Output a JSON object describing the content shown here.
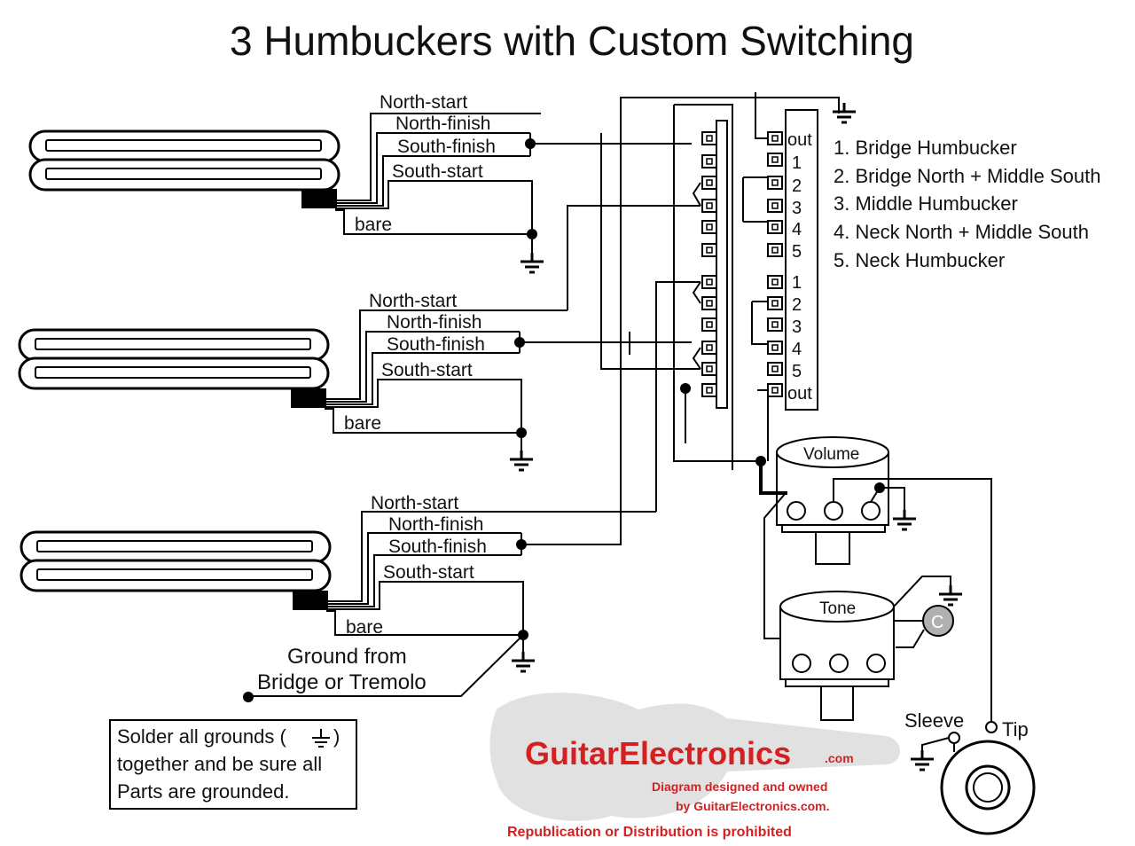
{
  "title": "3 Humbuckers with Custom Switching",
  "pickups": [
    {
      "north_start": "North-start",
      "north_finish": "North-finish",
      "south_finish": "South-finish",
      "south_start": "South-start",
      "bare": "bare"
    },
    {
      "north_start": "North-start",
      "north_finish": "North-finish",
      "south_finish": "South-finish",
      "south_start": "South-start",
      "bare": "bare"
    },
    {
      "north_start": "North-start",
      "north_finish": "North-finish",
      "south_finish": "South-finish",
      "south_start": "South-start",
      "bare": "bare"
    }
  ],
  "switch": {
    "upper_labels": [
      "out",
      "1",
      "2",
      "3",
      "4",
      "5"
    ],
    "lower_labels": [
      "1",
      "2",
      "3",
      "4",
      "5",
      "out"
    ]
  },
  "positions": [
    "1. Bridge Humbucker",
    "2. Bridge North + Middle South",
    "3. Middle Humbucker",
    "4. Neck North + Middle South",
    "5. Neck Humbucker"
  ],
  "volume_label": "Volume",
  "tone_label": "Tone",
  "capacitor_label": "C",
  "ground_note": [
    "Ground from",
    "Bridge or Tremolo"
  ],
  "solder_note": [
    "Solder all grounds (",
    ")",
    "together and be sure all",
    "Parts are grounded."
  ],
  "jack": {
    "sleeve": "Sleeve",
    "tip": "Tip"
  },
  "watermark": {
    "brand": "GuitarElectronics",
    "brand_suffix": ".com",
    "line1": "Diagram designed and owned",
    "line2": "by GuitarElectronics.com.",
    "line3": "Republication or Distribution is prohibited"
  },
  "colors": {
    "ink": "#000000",
    "brand_red": "#d42020",
    "watermark_gray": "#b8b8b8",
    "capacitor": "#b0b0b0"
  }
}
